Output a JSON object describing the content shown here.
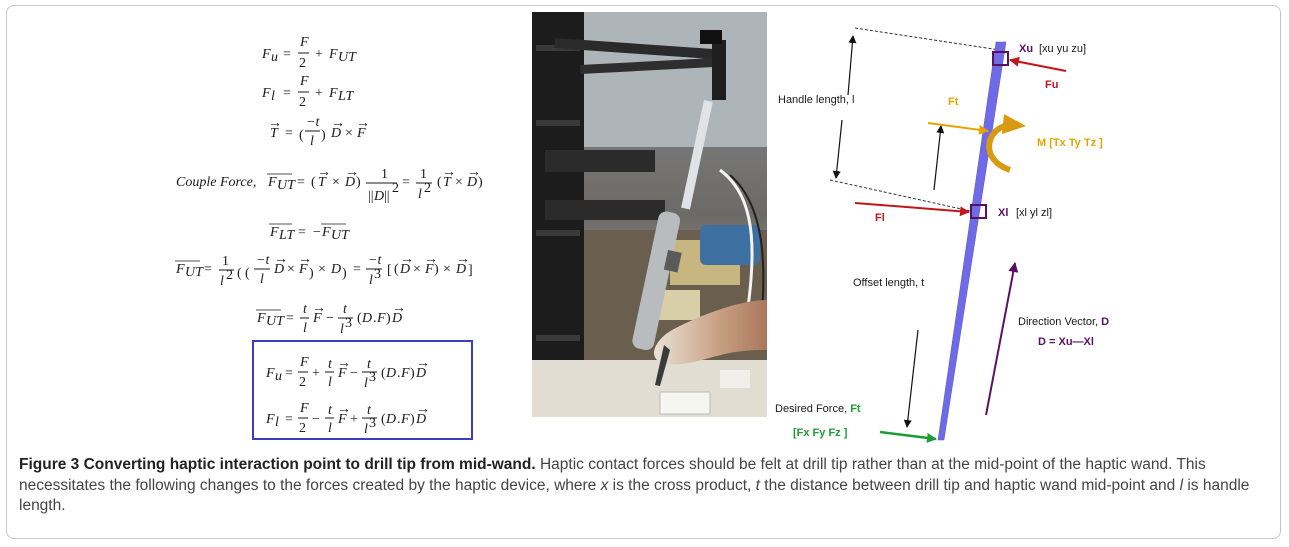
{
  "figure": {
    "equations": [
      "F_u = F/2 + F_UT",
      "F_l = F/2 + F_LT",
      "T = (−t/l) D × F",
      "Couple Force, F_UT = (T × D) 1/||D||² = 1/l² (T × D)",
      "F_LT = − F_UT",
      "F_UT = 1/l² ((−t/l D × F) × D) = −t/l³ [(D × F) × D]",
      "F_UT = t/l F − t/l³ (D.F) D",
      "F_u = F/2 + t/l F − t/l³ (D.F) D",
      "F_l = F/2 − t/l F + t/l³ (D.F) D"
    ],
    "diagram_labels": {
      "xu_bold": "Xu",
      "xu_rest": "[xu yu zu]",
      "fu": "Fu",
      "handle_length": "Handle length, l",
      "ft_top": "Ft",
      "moment": "M [Tx Ty Tz ]",
      "fl": "Fl",
      "xl_bold": "Xl",
      "xl_rest": "[xl yl zl]",
      "offset_length": "Offset length, t",
      "direction_vector_prefix": "Direction Vector, ",
      "direction_vector_bold": "D",
      "d_equation": "D = Xu—Xl",
      "desired_force_prefix": "Desired Force, ",
      "desired_force_bold": "Ft",
      "force_components": "[Fx Fy Fz ]"
    },
    "colors": {
      "wand": "#6f6be6",
      "red": "#c0161c",
      "orange": "#e6a400",
      "purple": "#5a1060",
      "green": "#1e9a36",
      "box_border": "#3d3dbf"
    }
  },
  "caption": {
    "title": "Figure 3 Converting haptic interaction point to drill tip from mid-wand.",
    "text_1": " Haptic contact forces should be felt at drill tip rather than at the mid-point of the haptic wand. This necessitates the following changes to the forces created by the haptic device, where ",
    "x_var": "x",
    "text_2": " is the cross product, ",
    "t_var": "t",
    "text_3": " the distance between drill tip and haptic wand mid-point and ",
    "l_var": "l",
    "text_4": " is handle length."
  }
}
